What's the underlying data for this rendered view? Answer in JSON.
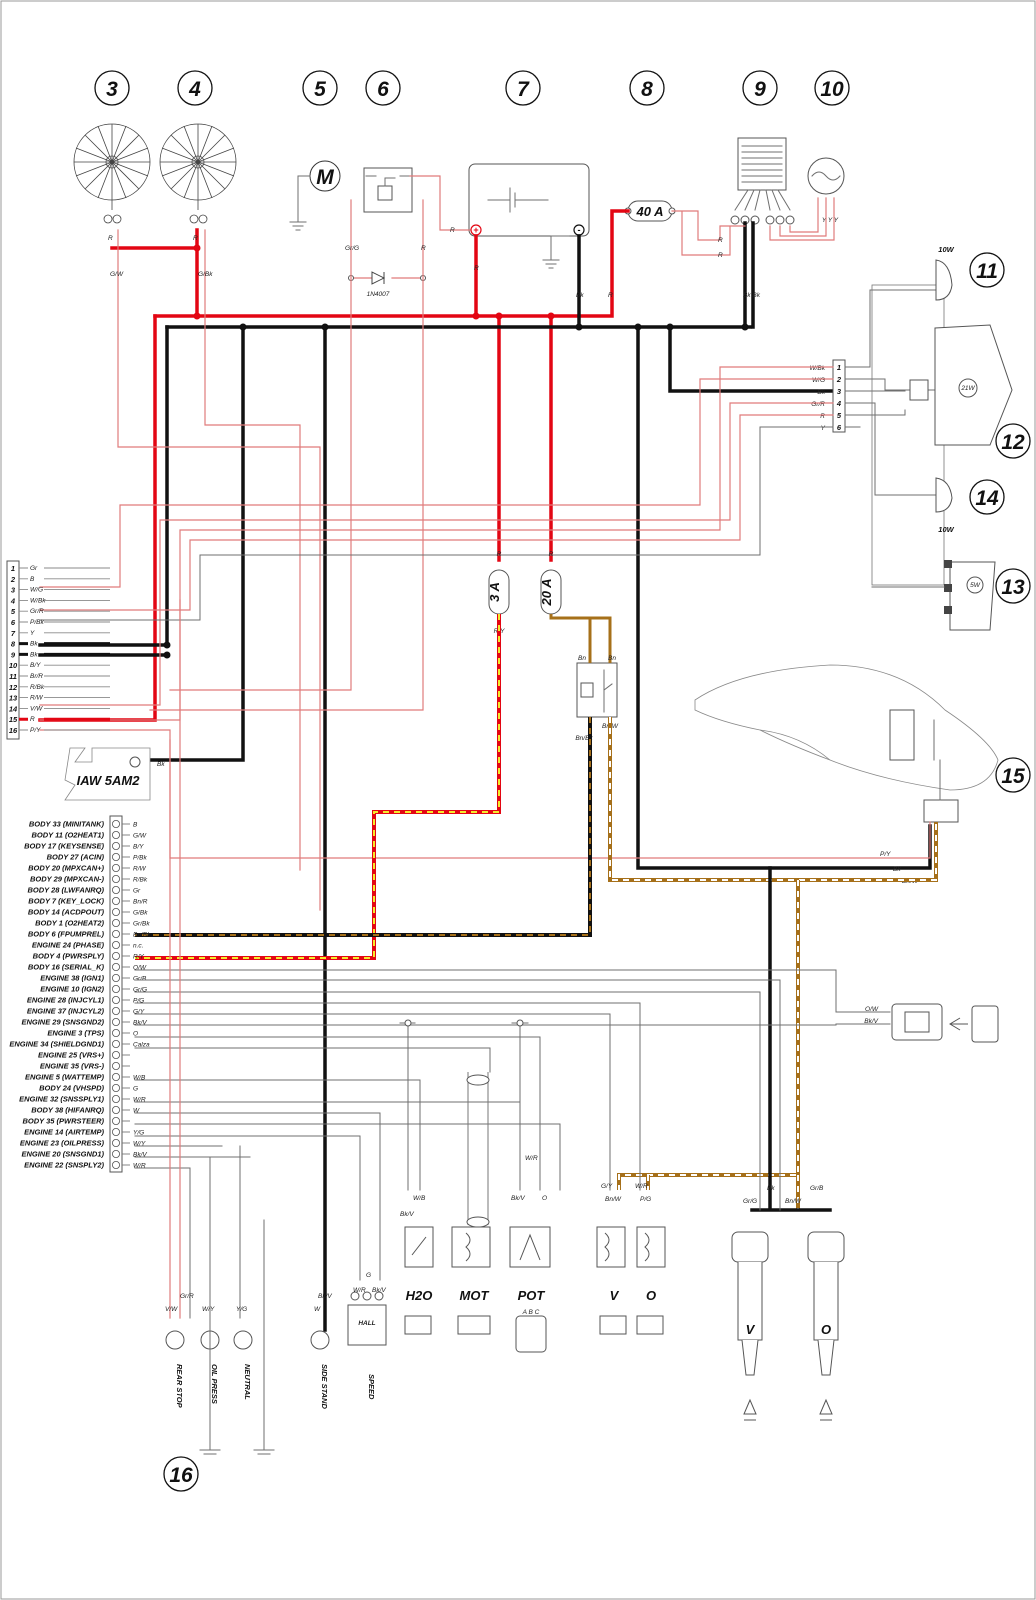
{
  "components": [
    "3",
    "4",
    "5",
    "6",
    "7",
    "8",
    "9",
    "10",
    "11",
    "12",
    "13",
    "14",
    "15",
    "16"
  ],
  "power": {
    "fuse_main": "40 A",
    "fuse_a": "3 A",
    "fuse_b": "20 A",
    "motor_symbol": "M",
    "diode": "1N4007",
    "watt_top": "10W",
    "watt_bottom": "10W",
    "bulb_21w": "21W",
    "bulb_5w": "5W",
    "stator": "Y Y Y"
  },
  "connector_left": {
    "pins": [
      "1",
      "2",
      "3",
      "4",
      "5",
      "6",
      "7",
      "8",
      "9",
      "10",
      "11",
      "12",
      "13",
      "14",
      "15",
      "16"
    ],
    "colors": [
      "Gr",
      "B",
      "W/G",
      "W/Bk",
      "Gr/R",
      "P/Bk",
      "Y",
      "Bk",
      "Bk",
      "B/Y",
      "Br/R",
      "R/Bk",
      "R/W",
      "V/W",
      "R",
      "P/Y"
    ]
  },
  "connector_dash": {
    "pins": [
      "1",
      "2",
      "3",
      "4",
      "5",
      "6"
    ],
    "colors": [
      "W/Bk",
      "W/G",
      "Bk",
      "Gr/R",
      "R",
      "Y"
    ]
  },
  "ecu": {
    "title": "IAW 5AM2",
    "ground": "Bk",
    "pins": [
      {
        "name": "BODY 33 (MINITANK)",
        "color": "B"
      },
      {
        "name": "BODY 11 (O2HEAT1)",
        "color": "G/W"
      },
      {
        "name": "BODY 17 (KEYSENSE)",
        "color": "B/Y"
      },
      {
        "name": "BODY 27 (ACIN)",
        "color": "P/Bk"
      },
      {
        "name": "BODY 20 (MPXCAN+)",
        "color": "R/W"
      },
      {
        "name": "BODY 29 (MPXCAN-)",
        "color": "R/Bk"
      },
      {
        "name": "BODY 28 (LWFANRQ)",
        "color": "Gr"
      },
      {
        "name": "BODY 7 (KEY_LOCK)",
        "color": "Bn/R"
      },
      {
        "name": "BODY 14 (ACDPOUT)",
        "color": "G/Bk"
      },
      {
        "name": "BODY 1 (O2HEAT2)",
        "color": "Gr/Bk"
      },
      {
        "name": "BODY 6 (FPUMPREL)",
        "color": "Bn/Bk"
      },
      {
        "name": "ENGINE 24 (PHASE)",
        "color": "n.c."
      },
      {
        "name": "BODY 4 (PWRSPLY)",
        "color": "R/Y"
      },
      {
        "name": "BODY 16 (SERIAL_K)",
        "color": "O/W"
      },
      {
        "name": "ENGINE 38 (IGN1)",
        "color": "Gr/B"
      },
      {
        "name": "ENGINE 10 (IGN2)",
        "color": "Gr/G"
      },
      {
        "name": "ENGINE 28 (INJCYL1)",
        "color": "P/G"
      },
      {
        "name": "ENGINE 37 (INJCYL2)",
        "color": "G/Y"
      },
      {
        "name": "ENGINE 29 (SNSGND2)",
        "color": "Bk/V"
      },
      {
        "name": "ENGINE 3 (TPS)",
        "color": "O"
      },
      {
        "name": "ENGINE 34 (SHIELDGND1)",
        "color": "Calza"
      },
      {
        "name": "ENGINE 25 (VRS+)",
        "color": ""
      },
      {
        "name": "ENGINE 35 (VRS-)",
        "color": ""
      },
      {
        "name": "ENGINE 5 (WATTEMP)",
        "color": "W/B"
      },
      {
        "name": "BODY 24 (VHSPD)",
        "color": "G"
      },
      {
        "name": "ENGINE 32 (SNSSPLY1)",
        "color": "W/R"
      },
      {
        "name": "BODY 38 (HIFANRQ)",
        "color": "W"
      },
      {
        "name": "BODY 35 (PWRSTEER)",
        "color": ""
      },
      {
        "name": "ENGINE 14 (AIRTEMP)",
        "color": "Y/G"
      },
      {
        "name": "ENGINE 23 (OILPRESS)",
        "color": "W/Y"
      },
      {
        "name": "ENGINE 20 (SNSGND1)",
        "color": "Bk/V"
      },
      {
        "name": "ENGINE 22 (SNSPLY2)",
        "color": "W/R"
      }
    ]
  },
  "wire_labels": {
    "fan_left": "G/W",
    "fan_right": "G/Bk",
    "fan_r": "R",
    "fan_r2": "R",
    "relay_in": "Gr/G",
    "relay_r": "R",
    "batt_r": "R",
    "batt_r2": "R",
    "batt_bk": "Bk",
    "fuse_r": "R",
    "reg_r1": "R",
    "reg_r2": "R",
    "reg_bk": "Bk Bk",
    "fuse3_r": "R",
    "fuse3_out": "R/Y",
    "fuse20_r": "R",
    "relay2_bn1": "Bn",
    "relay2_bn2": "Bn",
    "relay2_out1": "Bn/Bk",
    "relay2_out2": "Bn/W",
    "pump_py": "P/Y",
    "pump_bk": "Bk",
    "pump_bnw": "Bn/W",
    "sensor_ow": "O/W",
    "sensor_bkv": "Bk/V",
    "h2o_1": "W/B",
    "h2o_2": "Bk/V",
    "pot_1": "Bk/V",
    "pot_2": "O",
    "pot_3": "W/R",
    "inj_v1": "G/Y",
    "inj_v2": "Bn/W",
    "inj_o1": "W/R",
    "inj_o2": "P/G",
    "coil_1": "Gr/G",
    "coil_2": "Bk",
    "coil_3": "Bn/W",
    "coil_4": "Gr/B",
    "hall_1": "G",
    "hall_2": "W/R",
    "hall_3": "Bk/V",
    "rs_1": "Gr/R",
    "rs_2": "V/W",
    "op": "W/Y",
    "neu": "Y/G",
    "ss_1": "Bk/V",
    "ss_2": "W",
    "dash_bk": "Bk",
    "dash_gr": "Gr/R",
    "dash_wg": "W/G",
    "dash_wbk": "W/Bk",
    "dash_y": "Y"
  },
  "sensors": {
    "h2o": "H2O",
    "mot": "MOT",
    "pot": "POT",
    "pot_abc": "A B C",
    "inj_v": "V",
    "inj_o": "O",
    "coil_v": "V",
    "coil_o": "O",
    "hall": "HALL"
  },
  "switches": [
    "REAR STOP",
    "OIL PRESS",
    "NEUTRAL",
    "SIDE STAND",
    "SPEED"
  ]
}
